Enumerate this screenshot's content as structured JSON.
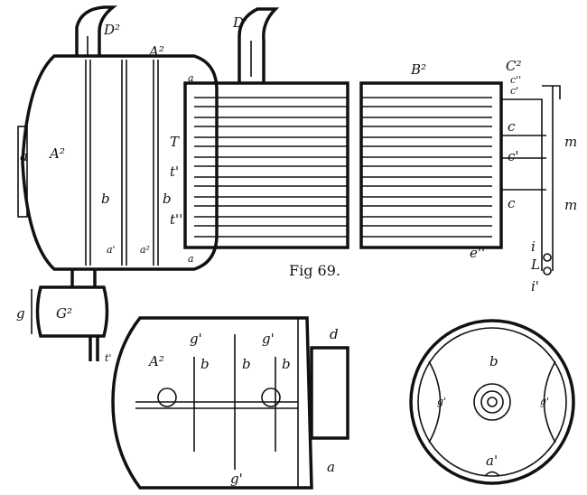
{
  "figure": {
    "caption": "Fig 69.",
    "labels": {
      "D2": "D²",
      "A2_top": "A²",
      "D1": "D'",
      "B2": "B²",
      "C2": "C²",
      "c2": "c''",
      "c1_top": "c'",
      "a_left": "a",
      "A2_main": "A²",
      "T": "T",
      "t1": "t'",
      "t2": "t''",
      "b_main": "b",
      "b_mid": "b",
      "a_top": "a",
      "a_bot": "a",
      "a1_bot": "a'",
      "a2_bot": "a²",
      "c_upper": "c",
      "c1_mid": "c'",
      "c_lower": "c",
      "e2": "e''",
      "m_upper": "m",
      "m_lower": "m",
      "i": "i",
      "L": "L",
      "i1": "i'",
      "g": "g",
      "G2": "G²",
      "t1_small": "t'",
      "A2_bottom": "A²",
      "g1_a": "g'",
      "g1_b": "g'",
      "b_a": "b",
      "b_b": "b",
      "b_c": "b",
      "d_top": "d",
      "a_bottom": "a",
      "g1_c": "g'",
      "b_circle": "b",
      "g1_left": "g'",
      "g1_right": "g'",
      "a1_circle": "a'"
    }
  }
}
